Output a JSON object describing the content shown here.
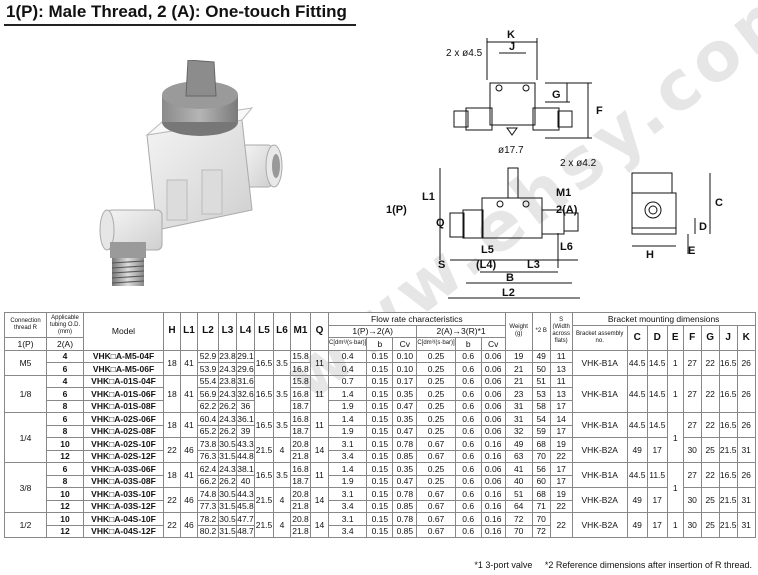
{
  "title": "1(P): Male Thread, 2 (A): One-touch Fitting",
  "watermark": "www.ehsy.com",
  "dims": {
    "top": {
      "k": "K",
      "j": "J",
      "holes": "2 x ø4.5",
      "g": "G",
      "f": "F"
    },
    "front": {
      "dia": "ø17.7",
      "holes2": "2 x ø4.2",
      "m1": "M1",
      "a2": "2(A)",
      "p1": "1(P)",
      "l1": "L1",
      "q": "Q",
      "l5": "L5",
      "l4": "(L4)",
      "l3": "L3",
      "l6": "L6",
      "s": "S",
      "b": "B",
      "l2": "L2"
    },
    "side": {
      "c": "C",
      "d": "D",
      "e": "E",
      "h": "H"
    }
  },
  "table": {
    "head": {
      "conn": "Connection thread R",
      "tubing": "Applicable tubing O.D. (mm)",
      "model": "Model",
      "h": "H",
      "l1": "L1",
      "l2": "L2",
      "l3": "L3",
      "l4": "L4",
      "l5": "L5",
      "l6": "L6",
      "m1": "M1",
      "q": "Q",
      "flow": "Flow rate characteristics",
      "f12": "1(P)→2(A)",
      "f23": "2(A)→3(R)*1",
      "c": "C[dm³/(s·bar)]",
      "b": "b",
      "cv": "Cv",
      "weight": "Weight (g)",
      "bnote": "*2 B",
      "s": "S (Width across flats)",
      "bracket": "Bracket mounting dimensions",
      "assembly": "Bracket assembly no.",
      "bc": "C",
      "bd": "D",
      "be": "E",
      "bf": "F",
      "bg": "G",
      "bj": "J",
      "bk": "K",
      "sub1": "1(P)",
      "sub2": "2(A)"
    },
    "rows": [
      {
        "conn": "M5",
        "tube": "4",
        "model": "VHK□A-M5-04F",
        "h": "18",
        "l1": "41",
        "l2": "52.9",
        "l3": "23.8",
        "l4": "29.1",
        "l5": "16.5",
        "l6": "3.5",
        "m1": "15.8",
        "q": "11",
        "c1": "0.4",
        "b1": "0.15",
        "v1": "0.10",
        "c2": "0.25",
        "b2": "0.6",
        "v2": "0.06",
        "w": "19",
        "bb": "49",
        "s": "11",
        "asm": "VHK-B1A",
        "bc": "44.5",
        "bd": "14.5",
        "be": "1",
        "bf": "27",
        "bg": "22",
        "bj": "16.5",
        "bk": "26"
      },
      {
        "tube": "6",
        "model": "VHK□A-M5-06F",
        "l2": "53.9",
        "l3": "24.3",
        "l4": "29.6",
        "m1": "16.8",
        "c1": "0.4",
        "b1": "0.15",
        "v1": "0.10",
        "c2": "0.25",
        "b2": "0.6",
        "v2": "0.06",
        "w": "21",
        "bb": "50",
        "s": "13"
      },
      {
        "conn": "1/8",
        "tube": "4",
        "model": "VHK□A-01S-04F",
        "h": "18",
        "l1": "41",
        "l2": "55.4",
        "l3": "23.8",
        "l4": "31.6",
        "l5": "16.5",
        "l6": "3.5",
        "m1": "15.8",
        "q": "11",
        "c1": "0.7",
        "b1": "0.15",
        "v1": "0.17",
        "c2": "0.25",
        "b2": "0.6",
        "v2": "0.06",
        "w": "21",
        "bb": "51",
        "s": "11",
        "asm": "VHK-B1A",
        "bc": "44.5",
        "bd": "14.5",
        "be": "1",
        "bf": "27",
        "bg": "22",
        "bj": "16.5",
        "bk": "26"
      },
      {
        "tube": "6",
        "model": "VHK□A-01S-06F",
        "l2": "56.9",
        "l3": "24.3",
        "l4": "32.6",
        "m1": "16.8",
        "c1": "1.4",
        "b1": "0.15",
        "v1": "0.35",
        "c2": "0.25",
        "b2": "0.6",
        "v2": "0.06",
        "w": "23",
        "bb": "53",
        "s": "13"
      },
      {
        "tube": "8",
        "model": "VHK□A-01S-08F",
        "l2": "62.2",
        "l3": "26.2",
        "l4": "36",
        "m1": "18.7",
        "c1": "1.9",
        "b1": "0.15",
        "v1": "0.47",
        "c2": "0.25",
        "b2": "0.6",
        "v2": "0.06",
        "w": "31",
        "bb": "58",
        "s": "17"
      },
      {
        "conn": "1/4",
        "tube": "6",
        "model": "VHK□A-02S-06F",
        "h": "18",
        "l1": "41",
        "l2": "60.4",
        "l3": "24.3",
        "l4": "36.1",
        "l5": "16.5",
        "l6": "3.5",
        "m1": "16.8",
        "q": "11",
        "c1": "1.4",
        "b1": "0.15",
        "v1": "0.35",
        "c2": "0.25",
        "b2": "0.6",
        "v2": "0.06",
        "w": "31",
        "bb": "54",
        "s": "14",
        "asm": "VHK-B1A",
        "bc": "44.5",
        "bd": "14.5",
        "be": "1",
        "bf": "27",
        "bg": "22",
        "bj": "16.5",
        "bk": "26"
      },
      {
        "tube": "8",
        "model": "VHK□A-02S-08F",
        "l2": "65.2",
        "l3": "26.2",
        "l4": "39",
        "m1": "18.7",
        "c1": "1.9",
        "b1": "0.15",
        "v1": "0.47",
        "c2": "0.25",
        "b2": "0.6",
        "v2": "0.06",
        "w": "32",
        "bb": "59",
        "s": "17"
      },
      {
        "tube": "10",
        "model": "VHK□A-02S-10F",
        "h": "22",
        "l1": "46",
        "l2": "73.8",
        "l3": "30.5",
        "l4": "43.3",
        "l5": "21.5",
        "l6": "4",
        "m1": "20.8",
        "q": "14",
        "c1": "3.1",
        "b1": "0.15",
        "v1": "0.78",
        "c2": "0.67",
        "b2": "0.6",
        "v2": "0.16",
        "w": "49",
        "bb": "68",
        "s": "19",
        "asm": "VHK-B2A",
        "bc": "49",
        "bd": "17",
        "bf": "30",
        "bg": "25",
        "bj": "21.5",
        "bk": "31"
      },
      {
        "tube": "12",
        "model": "VHK□A-02S-12F",
        "l2": "76.3",
        "l3": "31.5",
        "l4": "44.8",
        "m1": "21.8",
        "c1": "3.4",
        "b1": "0.15",
        "v1": "0.85",
        "c2": "0.67",
        "b2": "0.6",
        "v2": "0.16",
        "w": "63",
        "bb": "70",
        "s": "22"
      },
      {
        "conn": "3/8",
        "tube": "6",
        "model": "VHK□A-03S-06F",
        "h": "18",
        "l1": "41",
        "l2": "62.4",
        "l3": "24.3",
        "l4": "38.1",
        "l5": "16.5",
        "l6": "3.5",
        "m1": "16.8",
        "q": "11",
        "c1": "1.4",
        "b1": "0.15",
        "v1": "0.35",
        "c2": "0.25",
        "b2": "0.6",
        "v2": "0.06",
        "w": "41",
        "bb": "56",
        "s": "17",
        "asm": "VHK-B1A",
        "bc": "44.5",
        "bd": "11.5",
        "be": "1",
        "bf": "27",
        "bg": "22",
        "bj": "16.5",
        "bk": "26"
      },
      {
        "tube": "8",
        "model": "VHK□A-03S-08F",
        "l2": "66.2",
        "l3": "26.2",
        "l4": "40",
        "m1": "18.7",
        "c1": "1.9",
        "b1": "0.15",
        "v1": "0.47",
        "c2": "0.25",
        "b2": "0.6",
        "v2": "0.06",
        "w": "40",
        "bb": "60",
        "s": "17"
      },
      {
        "tube": "10",
        "model": "VHK□A-03S-10F",
        "h": "22",
        "l1": "46",
        "l2": "74.8",
        "l3": "30.5",
        "l4": "44.3",
        "l5": "21.5",
        "l6": "4",
        "m1": "20.8",
        "q": "14",
        "c1": "3.1",
        "b1": "0.15",
        "v1": "0.78",
        "c2": "0.67",
        "b2": "0.6",
        "v2": "0.16",
        "w": "51",
        "bb": "68",
        "s": "19",
        "asm": "VHK-B2A",
        "bc": "49",
        "bd": "17",
        "bf": "30",
        "bg": "25",
        "bj": "21.5",
        "bk": "31"
      },
      {
        "tube": "12",
        "model": "VHK□A-03S-12F",
        "l2": "77.3",
        "l3": "31.5",
        "l4": "45.8",
        "m1": "21.8",
        "c1": "3.4",
        "b1": "0.15",
        "v1": "0.85",
        "c2": "0.67",
        "b2": "0.6",
        "v2": "0.16",
        "w": "64",
        "bb": "71",
        "s": "22"
      },
      {
        "conn": "1/2",
        "tube": "10",
        "model": "VHK□A-04S-10F",
        "h": "22",
        "l1": "46",
        "l2": "78.2",
        "l3": "30.5",
        "l4": "47.7",
        "l5": "21.5",
        "l6": "4",
        "m1": "20.8",
        "q": "14",
        "c1": "3.1",
        "b1": "0.15",
        "v1": "0.78",
        "c2": "0.67",
        "b2": "0.6",
        "v2": "0.16",
        "w": "72",
        "bb": "70",
        "s": "22",
        "asm": "VHK-B2A",
        "bc": "49",
        "bd": "17",
        "be": "1",
        "bf": "30",
        "bg": "25",
        "bj": "21.5",
        "bk": "31"
      },
      {
        "tube": "12",
        "model": "VHK□A-04S-12F",
        "l2": "80.2",
        "l3": "31.5",
        "l4": "48.7",
        "m1": "21.8",
        "c1": "3.4",
        "b1": "0.15",
        "v1": "0.85",
        "c2": "0.67",
        "b2": "0.6",
        "v2": "0.16",
        "w": "70",
        "bb": "72"
      }
    ]
  },
  "footnotes": {
    "n1": "*1 3-port valve",
    "n2": "*2 Reference dimensions after insertion of R thread."
  }
}
